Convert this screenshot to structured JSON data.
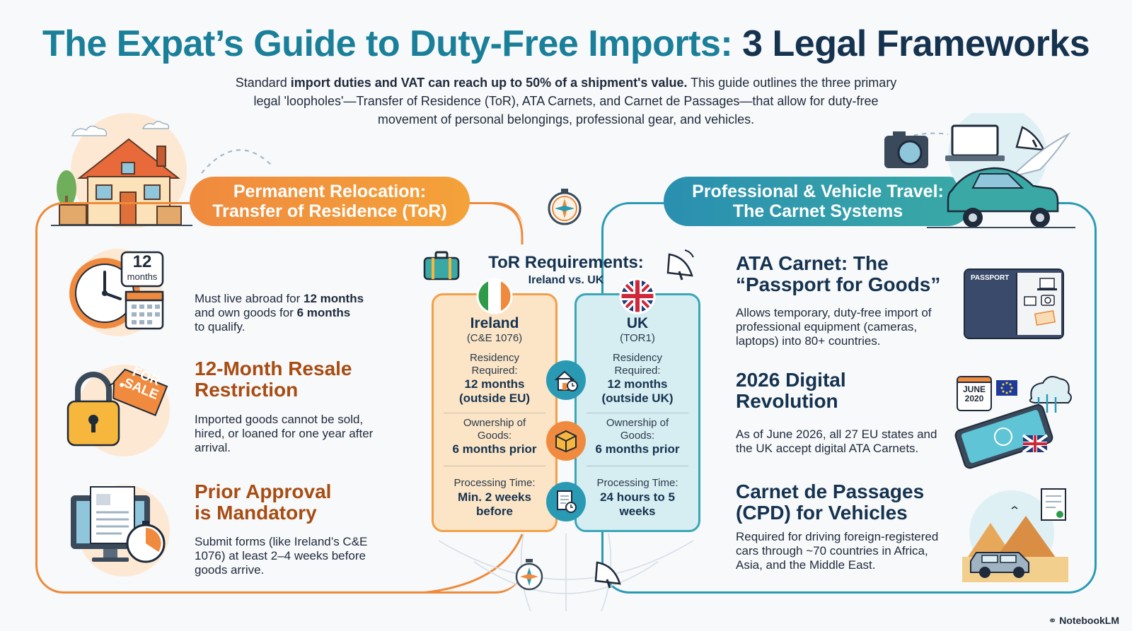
{
  "title": {
    "part1": "The Expat’s Guide to Duty-Free Imports:",
    "part2": "3 Legal Frameworks"
  },
  "intro": {
    "lead": "Standard ",
    "bold": "import duties and VAT can reach up to 50% of a shipment's value.",
    "rest": " This guide outlines the three primary legal 'loopholes'—Transfer of Residence (ToR), ATA Carnets, and Carnet de Passages—that allow for duty-free movement of personal belongings, professional gear, and vehicles."
  },
  "left_panel": {
    "pill_line1": "Permanent Relocation:",
    "pill_line2": "Transfer of Residence (ToR)",
    "item1": {
      "badge_num": "12",
      "badge_unit": "months",
      "t1": "Must live abroad for ",
      "b1": "12 months",
      "t2": "and own goods for ",
      "b2": "6 months",
      "t3": "to qualify."
    },
    "item2": {
      "tag_line1": "FOR",
      "tag_line2": "SALE",
      "head_line1": "12-Month Resale",
      "head_line2": "Restriction",
      "text": "Imported goods cannot be sold, hired, or loaned for one year after arrival."
    },
    "item3": {
      "head_line1": "Prior Approval",
      "head_line2": "is Mandatory",
      "text": "Submit forms (like Ireland’s C&E 1076) at least 2–4 weeks before goods arrive."
    }
  },
  "center": {
    "title": "ToR Requirements:",
    "subtitle": "Ireland vs. UK",
    "ireland": {
      "name": "Ireland",
      "code": "(C&E 1076)",
      "res_label": "Residency Required:",
      "res_value": "12 months (outside EU)",
      "own_label": "Ownership of Goods:",
      "own_value": "6 months prior",
      "proc_label": "Processing Time:",
      "proc_value": "Min. 2 weeks before"
    },
    "uk": {
      "name": "UK",
      "code": "(TOR1)",
      "res_label": "Residency Required:",
      "res_value": "12 months (outside UK)",
      "own_label": "Ownership of Goods:",
      "own_value": "6 months prior",
      "proc_label": "Processing Time:",
      "proc_value": "24 hours to 5 weeks"
    }
  },
  "right_panel": {
    "pill_line1": "Professional & Vehicle Travel:",
    "pill_line2": "The Carnet Systems",
    "item1": {
      "head_line1": "ATA Carnet: The",
      "head_line2": "“Passport for Goods”",
      "text": "Allows temporary, duty-free import of professional equipment (cameras, laptops) into 80+ countries.",
      "passport_label": "PASSPORT"
    },
    "item2": {
      "head_line1": "2026 Digital",
      "head_line2": "Revolution",
      "text": "As of June 2026, all 27 EU states and the UK accept digital ATA Carnets.",
      "cal_line1": "JUNE",
      "cal_line2": "2020"
    },
    "item3": {
      "head_line1": "Carnet de Passages",
      "head_line2": "(CPD) for Vehicles",
      "text": "Required for driving foreign-registered cars through ~70 countries in Africa, Asia, and the Middle East."
    }
  },
  "footer": {
    "brand": "NotebookLM"
  },
  "colors": {
    "teal_title": "#1a7f99",
    "navy": "#15324f",
    "orange": "#ee8a3a",
    "teal": "#2a9ab4",
    "brown_head": "#a84c12"
  }
}
